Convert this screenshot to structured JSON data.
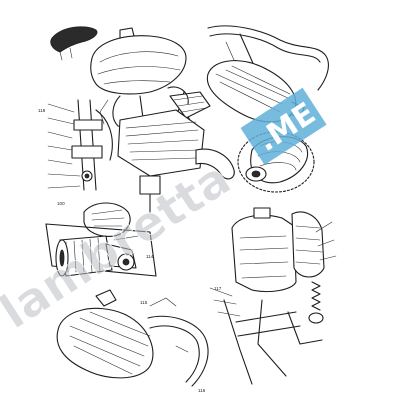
{
  "watermark": {
    "text": "lambretta",
    "suffix": ".ME",
    "text_color": "#b9bec3",
    "suffix_bg": "#5fb0d8",
    "suffix_color": "#ffffff"
  },
  "labels": [
    "100",
    "114",
    "115",
    "116",
    "117",
    "118"
  ]
}
